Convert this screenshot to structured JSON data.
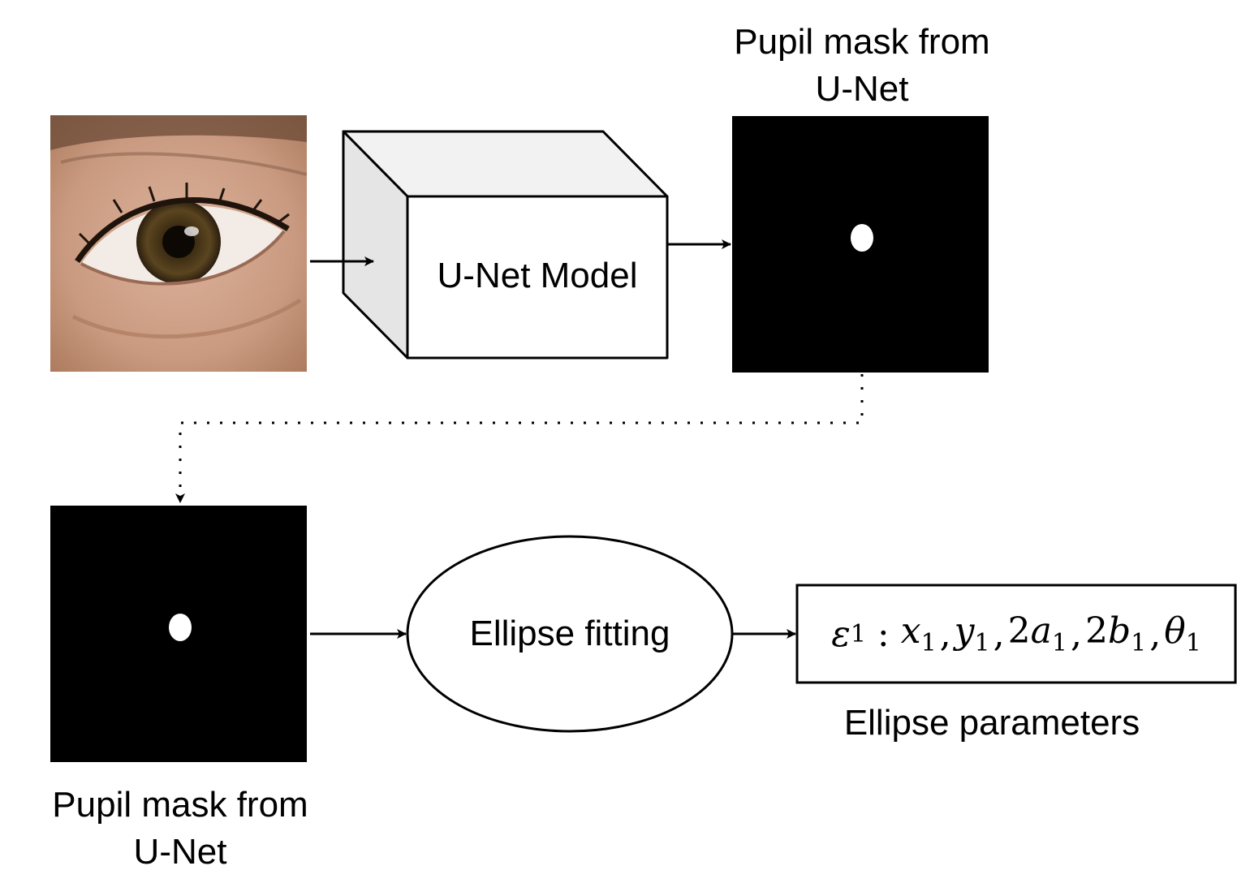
{
  "nodes": {
    "eye_image": {
      "name": "eye-photo"
    },
    "unet_model": {
      "label": "U-Net Model"
    },
    "mask_top": {
      "label_line1": "Pupil mask from",
      "label_line2": "U-Net"
    },
    "mask_bottom": {
      "label_line1": "Pupil mask from",
      "label_line2": "U-Net"
    },
    "ellipse_fitting": {
      "label": "Ellipse fitting"
    },
    "params_box": {
      "symbol": "ε",
      "subscript": "1",
      "separator": ":",
      "terms": [
        {
          "prefix": "",
          "var": "x",
          "sub": "1"
        },
        {
          "prefix": "",
          "var": "y",
          "sub": "1"
        },
        {
          "prefix": "2",
          "var": "a",
          "sub": "1"
        },
        {
          "prefix": "2",
          "var": "b",
          "sub": "1"
        },
        {
          "prefix": "",
          "var": "θ",
          "sub": "1"
        }
      ],
      "caption": "Ellipse parameters"
    }
  },
  "colors": {
    "stroke": "#000000",
    "box_front": "#ffffff",
    "box_top": "#f2f2f2",
    "box_side": "#e5e5e5",
    "mask_bg": "#000000",
    "pupil": "#ffffff",
    "skin": "#c99a80",
    "iris": "#4f3a1c"
  }
}
